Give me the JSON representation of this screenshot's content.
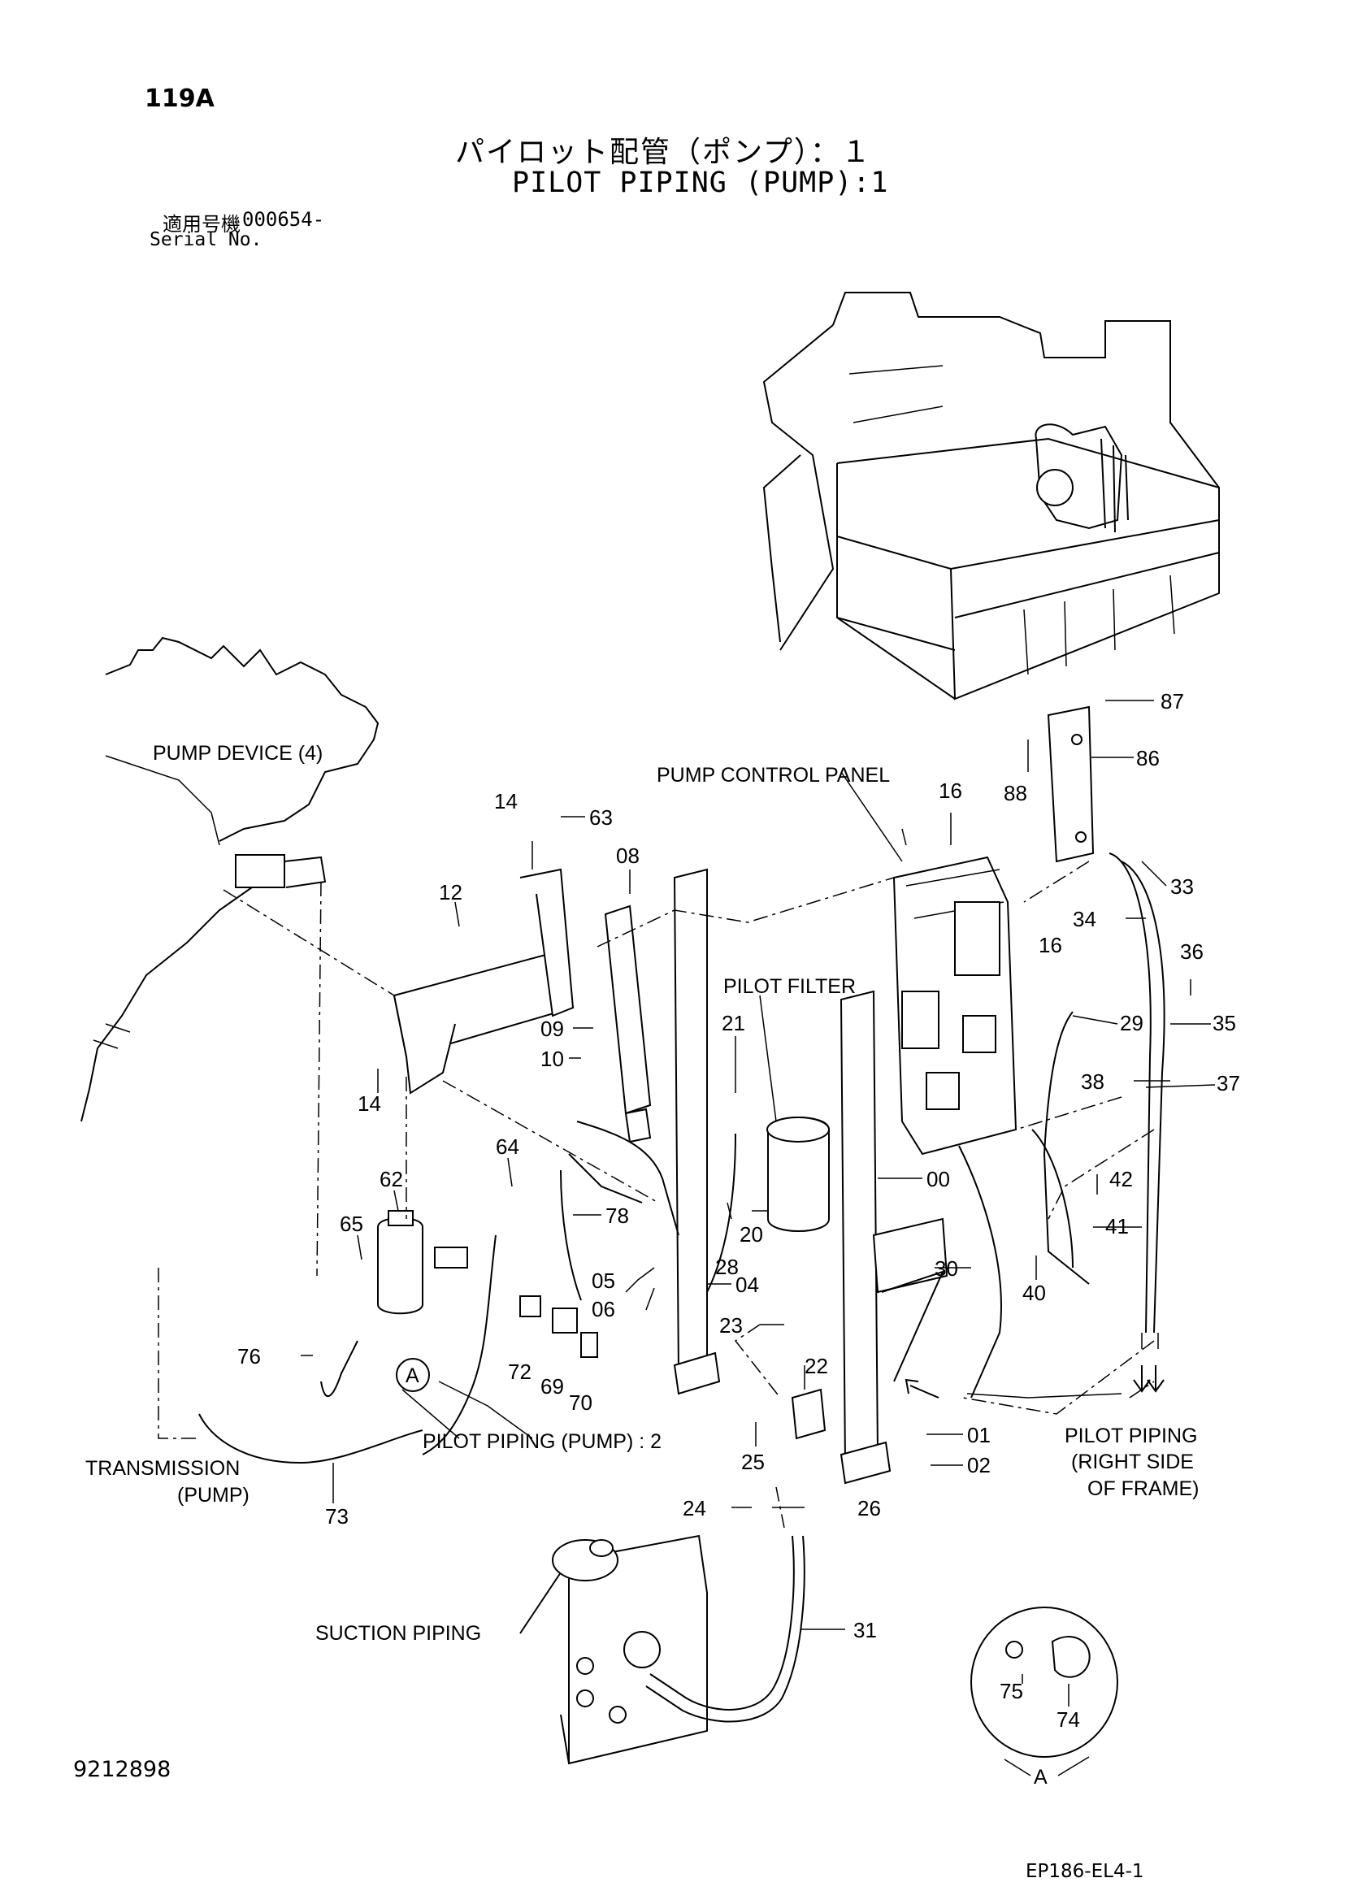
{
  "header": {
    "page_no": "119A",
    "title_jp": "パイロット配管（ポンプ）：１",
    "title_en": "PILOT PIPING (PUMP):1",
    "serial_label_jp": "適用号機",
    "serial_label_en": "Serial No.",
    "serial_value": "000654-"
  },
  "labels": {
    "pump_device": "PUMP DEVICE (4)",
    "pump_control_panel": "PUMP CONTROL PANEL",
    "pilot_filter": "PILOT FILTER",
    "pilot_piping_2": "PILOT PIPING (PUMP) : 2",
    "transmission_1": "TRANSMISSION",
    "transmission_2": "(PUMP)",
    "pilot_piping_rs_1": "PILOT PIPING",
    "pilot_piping_rs_2": "(RIGHT SIDE",
    "pilot_piping_rs_3": "OF FRAME)",
    "suction_piping": "SUCTION PIPING",
    "detail_ref": "A",
    "detail_ref_2": "A"
  },
  "parts": {
    "p87": "87",
    "p86": "86",
    "p88": "88",
    "p16a": "16",
    "p16b": "16",
    "p33": "33",
    "p34": "34",
    "p36": "36",
    "p35": "35",
    "p29": "29",
    "p38": "38",
    "p37": "37",
    "p42": "42",
    "p41": "41",
    "p40": "40",
    "p30": "30",
    "p00": "00",
    "p14a": "14",
    "p14b": "14",
    "p63": "63",
    "p08": "08",
    "p12": "12",
    "p09": "09",
    "p10": "10",
    "p21": "21",
    "p20": "20",
    "p28": "28",
    "p64": "64",
    "p62": "62",
    "p65": "65",
    "p78": "78",
    "p05": "05",
    "p06": "06",
    "p04": "04",
    "p23": "23",
    "p22": "22",
    "p72": "72",
    "p69": "69",
    "p70": "70",
    "p76": "76",
    "p01": "01",
    "p02": "02",
    "p25": "25",
    "p24": "24",
    "p26": "26",
    "p73": "73",
    "p31": "31",
    "p75": "75",
    "p74": "74"
  },
  "footer": {
    "doc_id": "9212898",
    "code": "EP186-EL4-1"
  }
}
